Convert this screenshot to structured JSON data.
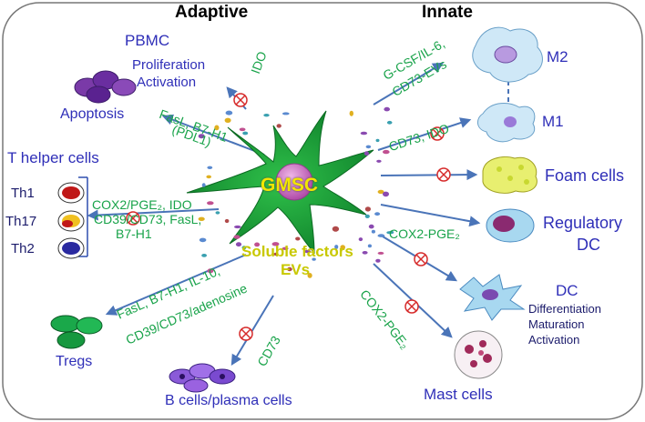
{
  "headers": {
    "adaptive": "Adaptive",
    "innate": "Innate"
  },
  "center": {
    "title": "GMSC",
    "soluble_1": "Soluble factors",
    "soluble_2": "EVs"
  },
  "pbmc": {
    "title": "PBMC",
    "proliferation": "Proliferation",
    "activation": "Activation",
    "apoptosis": "Apoptosis",
    "mediator": "IDO",
    "mediator2_1": "FasL, B7-H1",
    "mediator2_2": "(PDL1)"
  },
  "t_helper": {
    "title": "T helper cells",
    "th1": "Th1",
    "th17": "Th17",
    "th2": "Th2",
    "mediator_1": "COX2/PGE₂, IDO",
    "mediator_2": "CD39/CD73, FasL,",
    "mediator_3": "B7-H1"
  },
  "tregs": {
    "label": "Tregs",
    "mediator_1": "FasL, B7-H1, IL-10,",
    "mediator_2": "CD39/CD73/adenosine"
  },
  "bcells": {
    "label": "B cells/plasma cells",
    "mediator": "CD73"
  },
  "m2": {
    "label": "M2",
    "mediator_1": "G-CSF/IL-6,",
    "mediator_2": "CD73-EVs"
  },
  "m1": {
    "label": "M1",
    "mediator": "CD73, IDO"
  },
  "foam": {
    "label": "Foam cells"
  },
  "regdc": {
    "label_1": "Regulatory",
    "label_2": "DC",
    "mediator": "COX2-PGE₂"
  },
  "dc": {
    "label": "DC",
    "line1": "Differentiation",
    "line2": "Maturation",
    "line3": "Activation"
  },
  "mast": {
    "label": "Mast cells",
    "mediator": "COX2-PGE₂"
  },
  "colors": {
    "arrow": "#4a74b8",
    "inhibit": "#d62a2a",
    "mediator_text": "#19a34a",
    "cell_label": "#2f2fb8",
    "gmsc_body": "#19a23a",
    "gmsc_text": "#f2e600"
  }
}
